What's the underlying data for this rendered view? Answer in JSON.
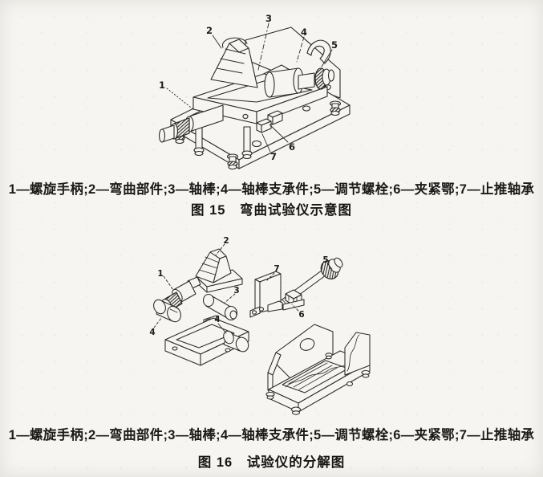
{
  "page": {
    "paper_color": "#f6f5f1",
    "ink_color": "#2b2a27"
  },
  "figure15": {
    "labels": {
      "l1": "1",
      "l2": "2",
      "l3": "3",
      "l4": "4",
      "l5": "5",
      "l6": "6",
      "l7": "7"
    },
    "legend": "1—螺旋手柄;2—弯曲部件;3—轴棒;4—轴棒支承件;5—调节螺栓;6—夹紧鄂;7—止推轴承",
    "caption": "图 15　弯曲试验仪示意图"
  },
  "figure16": {
    "labels": {
      "l1": "1",
      "l2": "2",
      "l3": "3",
      "l4a": "4",
      "l4b": "4",
      "l5": "5",
      "l6": "6",
      "l7": "7"
    },
    "legend": "1—螺旋手柄;2—弯曲部件;3—轴棒;4—轴棒支承件;5—调节螺栓;6—夹紧鄂;7—止推轴承",
    "caption": "图 16　试验仪的分解图"
  },
  "parts_list": [
    {
      "num": "1",
      "name": "螺旋手柄"
    },
    {
      "num": "2",
      "name": "弯曲部件"
    },
    {
      "num": "3",
      "name": "轴棒"
    },
    {
      "num": "4",
      "name": "轴棒支承件"
    },
    {
      "num": "5",
      "name": "调节螺栓"
    },
    {
      "num": "6",
      "name": "夹紧鄂"
    },
    {
      "num": "7",
      "name": "止推轴承"
    }
  ]
}
